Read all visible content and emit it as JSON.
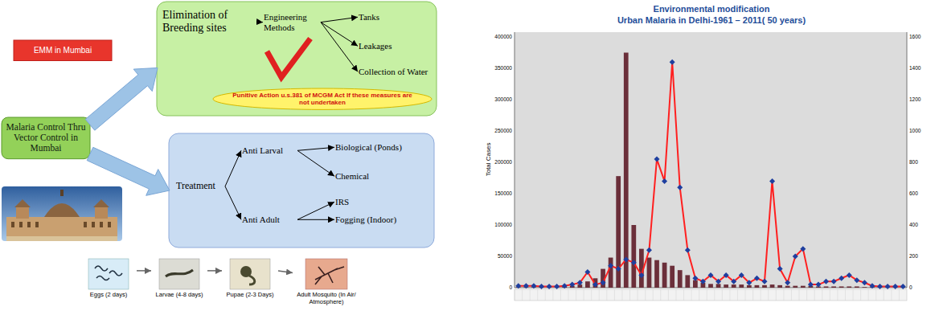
{
  "diagram": {
    "nodes": [
      {
        "text": [
          "EMM in Mumbai"
        ]
      },
      {
        "text": [
          "Malaria Control Thru Vector Control in Mumbai"
        ]
      },
      {
        "text": []
      },
      {
        "text": [
          "Elimination of Breeding sites"
        ],
        "in": 2
      },
      {
        "text": [
          "Engineering Methods"
        ],
        "in": 2
      },
      {
        "text": [
          "Tanks"
        ],
        "in": 2
      },
      {
        "text": [
          "Leakages"
        ],
        "in": 2
      },
      {
        "text": [
          "Collection of Water"
        ],
        "in": 2
      },
      {
        "text": [
          "Punitive Action u.s.381 of MCGM Act If these measures are not undertaken"
        ],
        "in": 2
      },
      {
        "text": []
      },
      {
        "text": [
          "Treatment"
        ],
        "in": 9
      },
      {
        "text": [
          "Anti Larval"
        ],
        "in": 9
      },
      {
        "text": [
          "Biological (Ponds)"
        ],
        "in": 9
      },
      {
        "text": [
          "Chemical"
        ],
        "in": 9
      },
      {
        "text": [
          "Anti Adult"
        ],
        "in": 9
      },
      {
        "text": [
          "IRS"
        ],
        "in": 9
      },
      {
        "text": [
          "Fogging (Indoor)"
        ],
        "in": 9
      },
      {
        "text": [
          "Eggs (2 days)"
        ]
      },
      {
        "text": [
          "Larvae (4-8 days)"
        ]
      },
      {
        "text": [
          "Pupae (2-3 Days)"
        ]
      },
      {
        "text": [
          "Adult Mosquito (In Air/ Atmosphere)"
        ]
      }
    ],
    "edges": [
      {
        "from": 1,
        "to": 2,
        "arrow": "to"
      },
      {
        "from": 1,
        "to": 9,
        "arrow": "to"
      },
      {
        "from": 3,
        "to": 4,
        "arrow": "to"
      },
      {
        "from": 4,
        "to": 5,
        "arrow": "to"
      },
      {
        "from": 4,
        "to": 6,
        "arrow": "to"
      },
      {
        "from": 4,
        "to": 7,
        "arrow": "to"
      },
      {
        "from": 10,
        "to": 11,
        "arrow": "to"
      },
      {
        "from": 10,
        "to": 14,
        "arrow": "to"
      },
      {
        "from": 11,
        "to": 12,
        "arrow": "to"
      },
      {
        "from": 11,
        "to": 13,
        "arrow": "to"
      },
      {
        "from": 14,
        "to": 15,
        "arrow": "to"
      },
      {
        "from": 14,
        "to": 16,
        "arrow": "to"
      },
      {
        "from": 17,
        "to": 18,
        "arrow": "to"
      },
      {
        "from": 18,
        "to": 19,
        "arrow": "to"
      },
      {
        "from": 19,
        "to": 20,
        "arrow": "to"
      }
    ],
    "labels": [
      "Environmental modification",
      "Urban Malaria in Delhi-1961 – 2011( 50 years)",
      "Total Cases",
      "400000",
      "350000",
      "300000",
      "250000",
      "200000",
      "150000",
      "100000",
      "50000",
      "0",
      "1600",
      "1400",
      "1200",
      "1000",
      "800",
      "600",
      "400",
      "200",
      "0"
    ]
  }
}
